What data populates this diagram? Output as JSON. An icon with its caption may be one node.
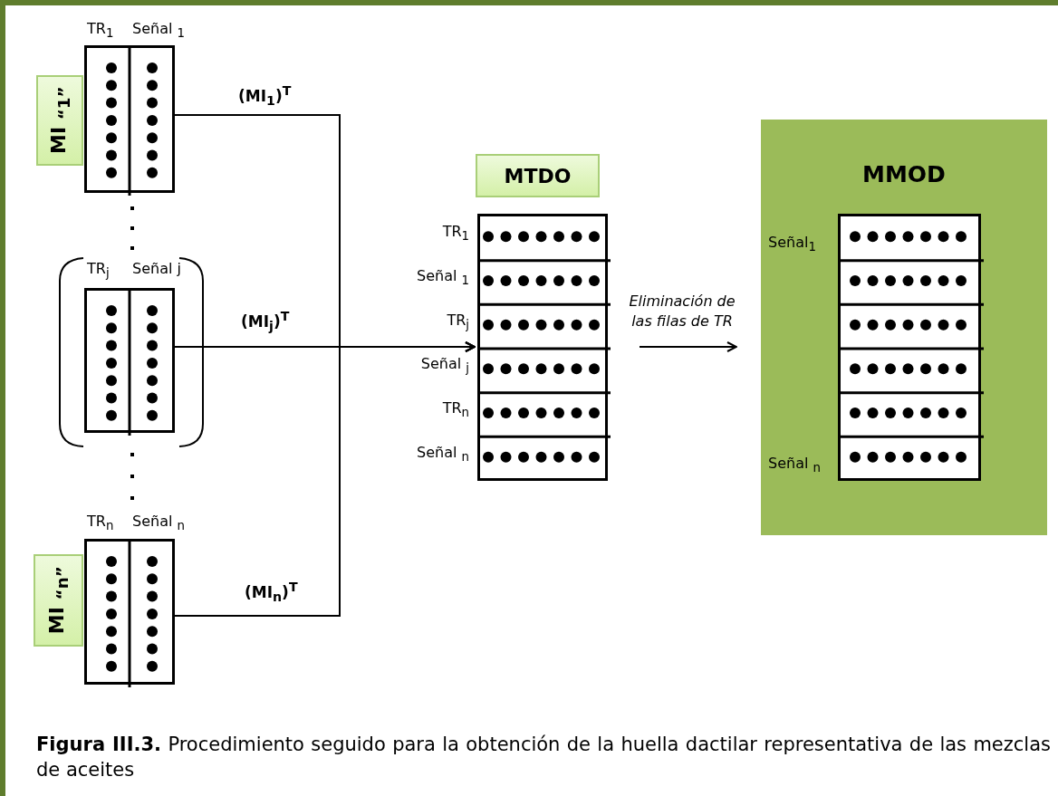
{
  "diagram": {
    "caption": "**Figura III.3.** Procedimiento seguido para la obtención de la huella dactilar representativa de las mezclas de aceites",
    "nodes": [
      {
        "text": [
          "MI $_{“1”}$"
        ]
      },
      {
        "text": [],
        "shape": "box",
        "beside": [
          "TR$_{1}$",
          "Señal $_{1}$"
        ]
      },
      {
        "text": [],
        "shape": "box",
        "beside": [
          "TR$_{j}$",
          "Señal j"
        ]
      },
      {
        "text": [
          "MI $_{“n”}$"
        ]
      },
      {
        "text": [],
        "shape": "box",
        "beside": [
          "TR$_{n}$",
          "Señal $_{n}$"
        ]
      },
      {
        "text": [
          "MTDO"
        ]
      },
      {
        "text": [],
        "shape": "box",
        "beside": [
          "TR$_{1}$",
          "Señal $_{1}$",
          "TR$_{j}$",
          "Señal $_{j}$",
          "TR$_{n}$",
          "Señal $_{n}$"
        ]
      },
      {
        "text": [
          "MMOD"
        ]
      },
      {
        "text": [],
        "shape": "box",
        "in": 7,
        "beside": [
          "Señal$_{1}$",
          "Señal $_{n}$"
        ]
      }
    ],
    "edges": [
      {
        "from": 1,
        "to": 6,
        "arrow": "to",
        "label": "(MI$_{1}$)$^{T}$"
      },
      {
        "from": 2,
        "to": 6,
        "arrow": "to",
        "label": "(MI$_{j}$)$^{T}$"
      },
      {
        "from": 4,
        "to": 6,
        "arrow": "to",
        "label": "(MI$_{n}$)$^{T}$"
      },
      {
        "from": 6,
        "to": 8,
        "arrow": "to",
        "label": "Eliminación de las filas de TR"
      }
    ]
  }
}
